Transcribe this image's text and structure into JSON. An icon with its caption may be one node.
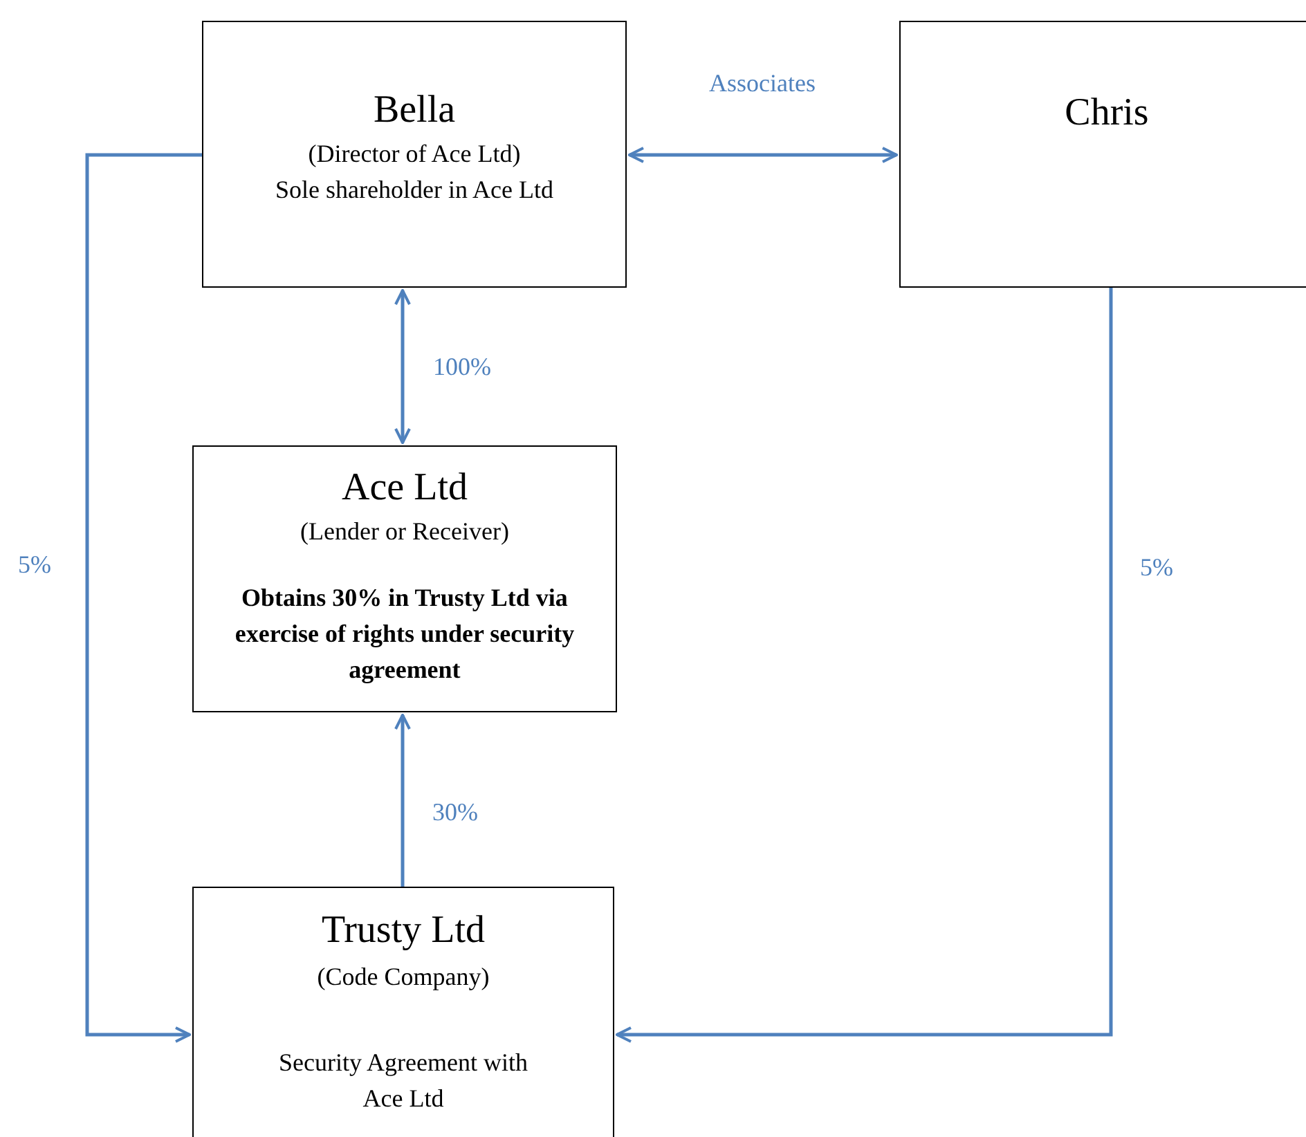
{
  "diagram": {
    "nodes": [
      {
        "text": [
          "Bella",
          "(Director of Ace Ltd)",
          "Sole shareholder in Ace Ltd"
        ]
      },
      {
        "text": [
          "Chris"
        ]
      },
      {
        "text": [
          "Ace Ltd",
          "(Lender or Receiver)",
          "Obtains 30% in Trusty Ltd via exercise of rights under security agreement"
        ]
      },
      {
        "text": [
          "Trusty Ltd",
          "(Code Company)",
          "Security Agreement with Ace Ltd"
        ]
      }
    ],
    "edges": [
      {
        "from": 0,
        "to": 1,
        "arrow": "both",
        "label": "Associates"
      },
      {
        "from": 0,
        "to": 2,
        "arrow": "both",
        "label": "100%"
      },
      {
        "from": 3,
        "to": 2,
        "arrow": "to",
        "label": "30%"
      },
      {
        "from": 0,
        "to": 3,
        "arrow": "to",
        "label": "5%"
      },
      {
        "from": 1,
        "to": 3,
        "arrow": "to",
        "label": "5%"
      }
    ]
  }
}
